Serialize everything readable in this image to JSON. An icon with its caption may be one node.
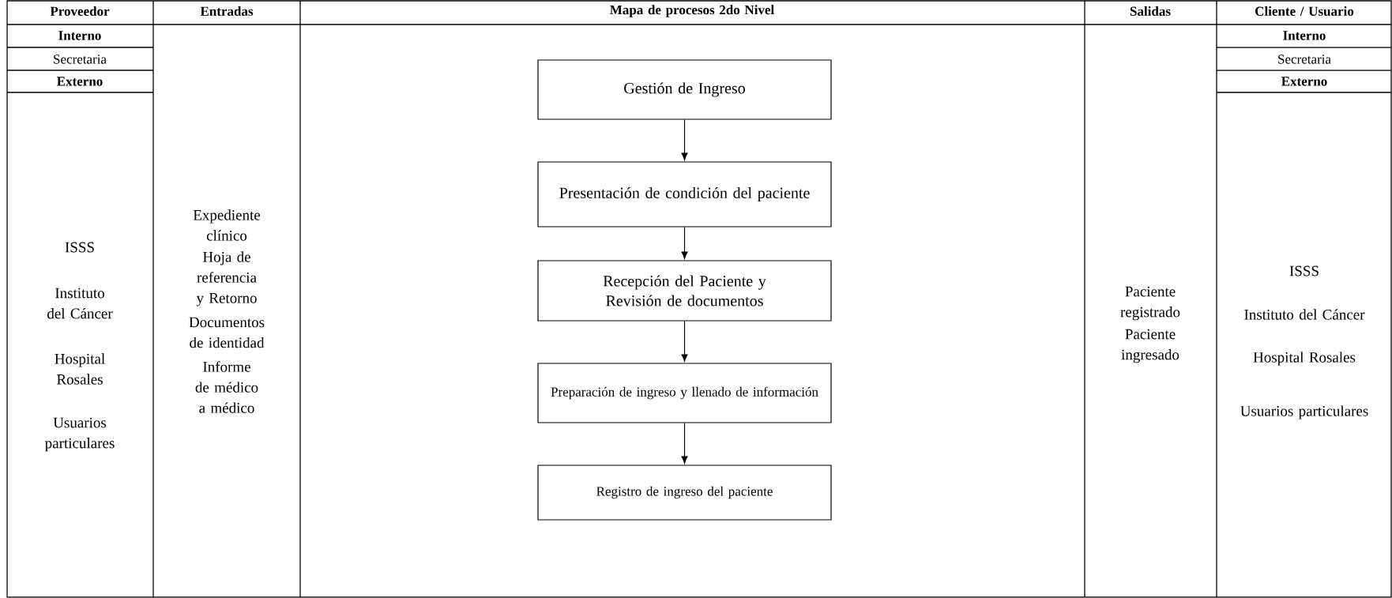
{
  "diagram": {
    "nodes": [
      {
        "text": [
          "Gestión de Ingreso"
        ]
      },
      {
        "text": [
          "Presentación de condición del paciente"
        ]
      },
      {
        "text": [
          "Recepción del Paciente y Revisión de documentos"
        ]
      },
      {
        "text": [
          "Preparación de ingreso y llenado de información"
        ]
      },
      {
        "text": [
          "Registro de ingreso del paciente"
        ]
      }
    ],
    "edges": [
      {
        "from": 0,
        "to": 1,
        "arrow": "to"
      },
      {
        "from": 1,
        "to": 2,
        "arrow": "to"
      },
      {
        "from": 2,
        "to": 3,
        "arrow": "to"
      },
      {
        "from": 3,
        "to": 4,
        "arrow": "to"
      }
    ],
    "labels": [
      "Proveedor",
      "Entradas",
      "Mapa de procesos 2do Nivel",
      "Salidas",
      "Cliente / Usuario",
      "Interno",
      "Interno",
      "Secretaria",
      "Secretaria",
      "Externo",
      "Externo",
      "ISSS",
      "Instituto del Cáncer",
      "Hospital Rosales",
      "Usuarios particulares",
      "Expediente clínico",
      "Hoja de referencia y Retorno",
      "Documentos de identidad",
      "Informe de médico a médico",
      "Paciente registrado",
      "Paciente ingresado",
      "ISSS",
      "Instituto del Cáncer",
      "Hospital Rosales",
      "Usuarios particulares"
    ]
  }
}
